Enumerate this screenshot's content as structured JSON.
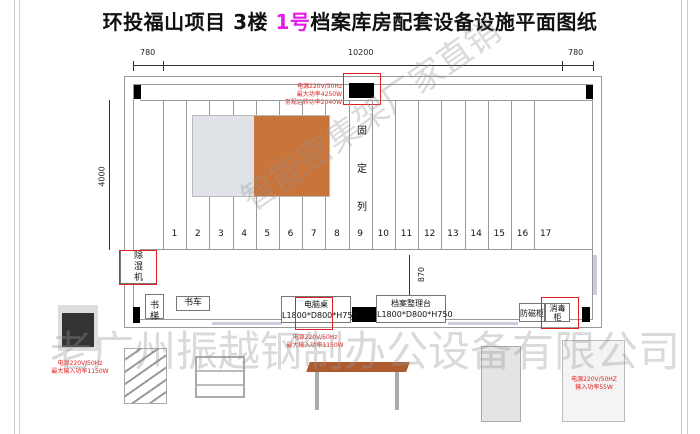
{
  "title": {
    "part1": "环投福山项目  3楼 ",
    "highlight": "1号",
    "part2": "档案库房配套设备设施平面图纸",
    "highlight_color": "#e21ce8"
  },
  "dimensions": {
    "left": "780",
    "center": "10200",
    "right": "780",
    "height": "4000",
    "aisle": "870"
  },
  "power_top": {
    "line1": "电源220V/50Hz",
    "line2": "最大功率4250W",
    "line3": "常规运转功率2040W"
  },
  "shelving": {
    "columns": [
      "1",
      "2",
      "3",
      "4",
      "5",
      "6",
      "7",
      "8",
      "9",
      "10",
      "11",
      "12",
      "13",
      "14",
      "15",
      "16",
      "17"
    ],
    "fixed_column": [
      "固",
      "定",
      "列"
    ]
  },
  "equipment": {
    "dehumidifier": {
      "label": [
        "除",
        "湿",
        "机"
      ],
      "power": [
        "电源220V/50Hz",
        "最大输入功率1150W"
      ]
    },
    "ladder": {
      "label": "书梯"
    },
    "cart": {
      "label": "书车"
    },
    "computer_desk": {
      "label": "电脑桌",
      "size": "L1800*D800*H750",
      "power": [
        "电源220V/50Hz",
        "最大输入功率1150W"
      ]
    },
    "archive_table": {
      "label": "档案整理台",
      "size": "L1800*D800*H750"
    },
    "antimagnetic_cabinet": {
      "label": "防磁柜"
    },
    "disinfection_cabinet": {
      "label": [
        "消毒",
        "柜"
      ],
      "power": [
        "电源220V/50HZ",
        "输入功率55W"
      ]
    }
  },
  "watermark": {
    "main": "老广州振越钢制办公设备有限公司",
    "diagonal": "智能密集架厂家直销"
  },
  "colors": {
    "highlight_red": "#e02020"
  }
}
